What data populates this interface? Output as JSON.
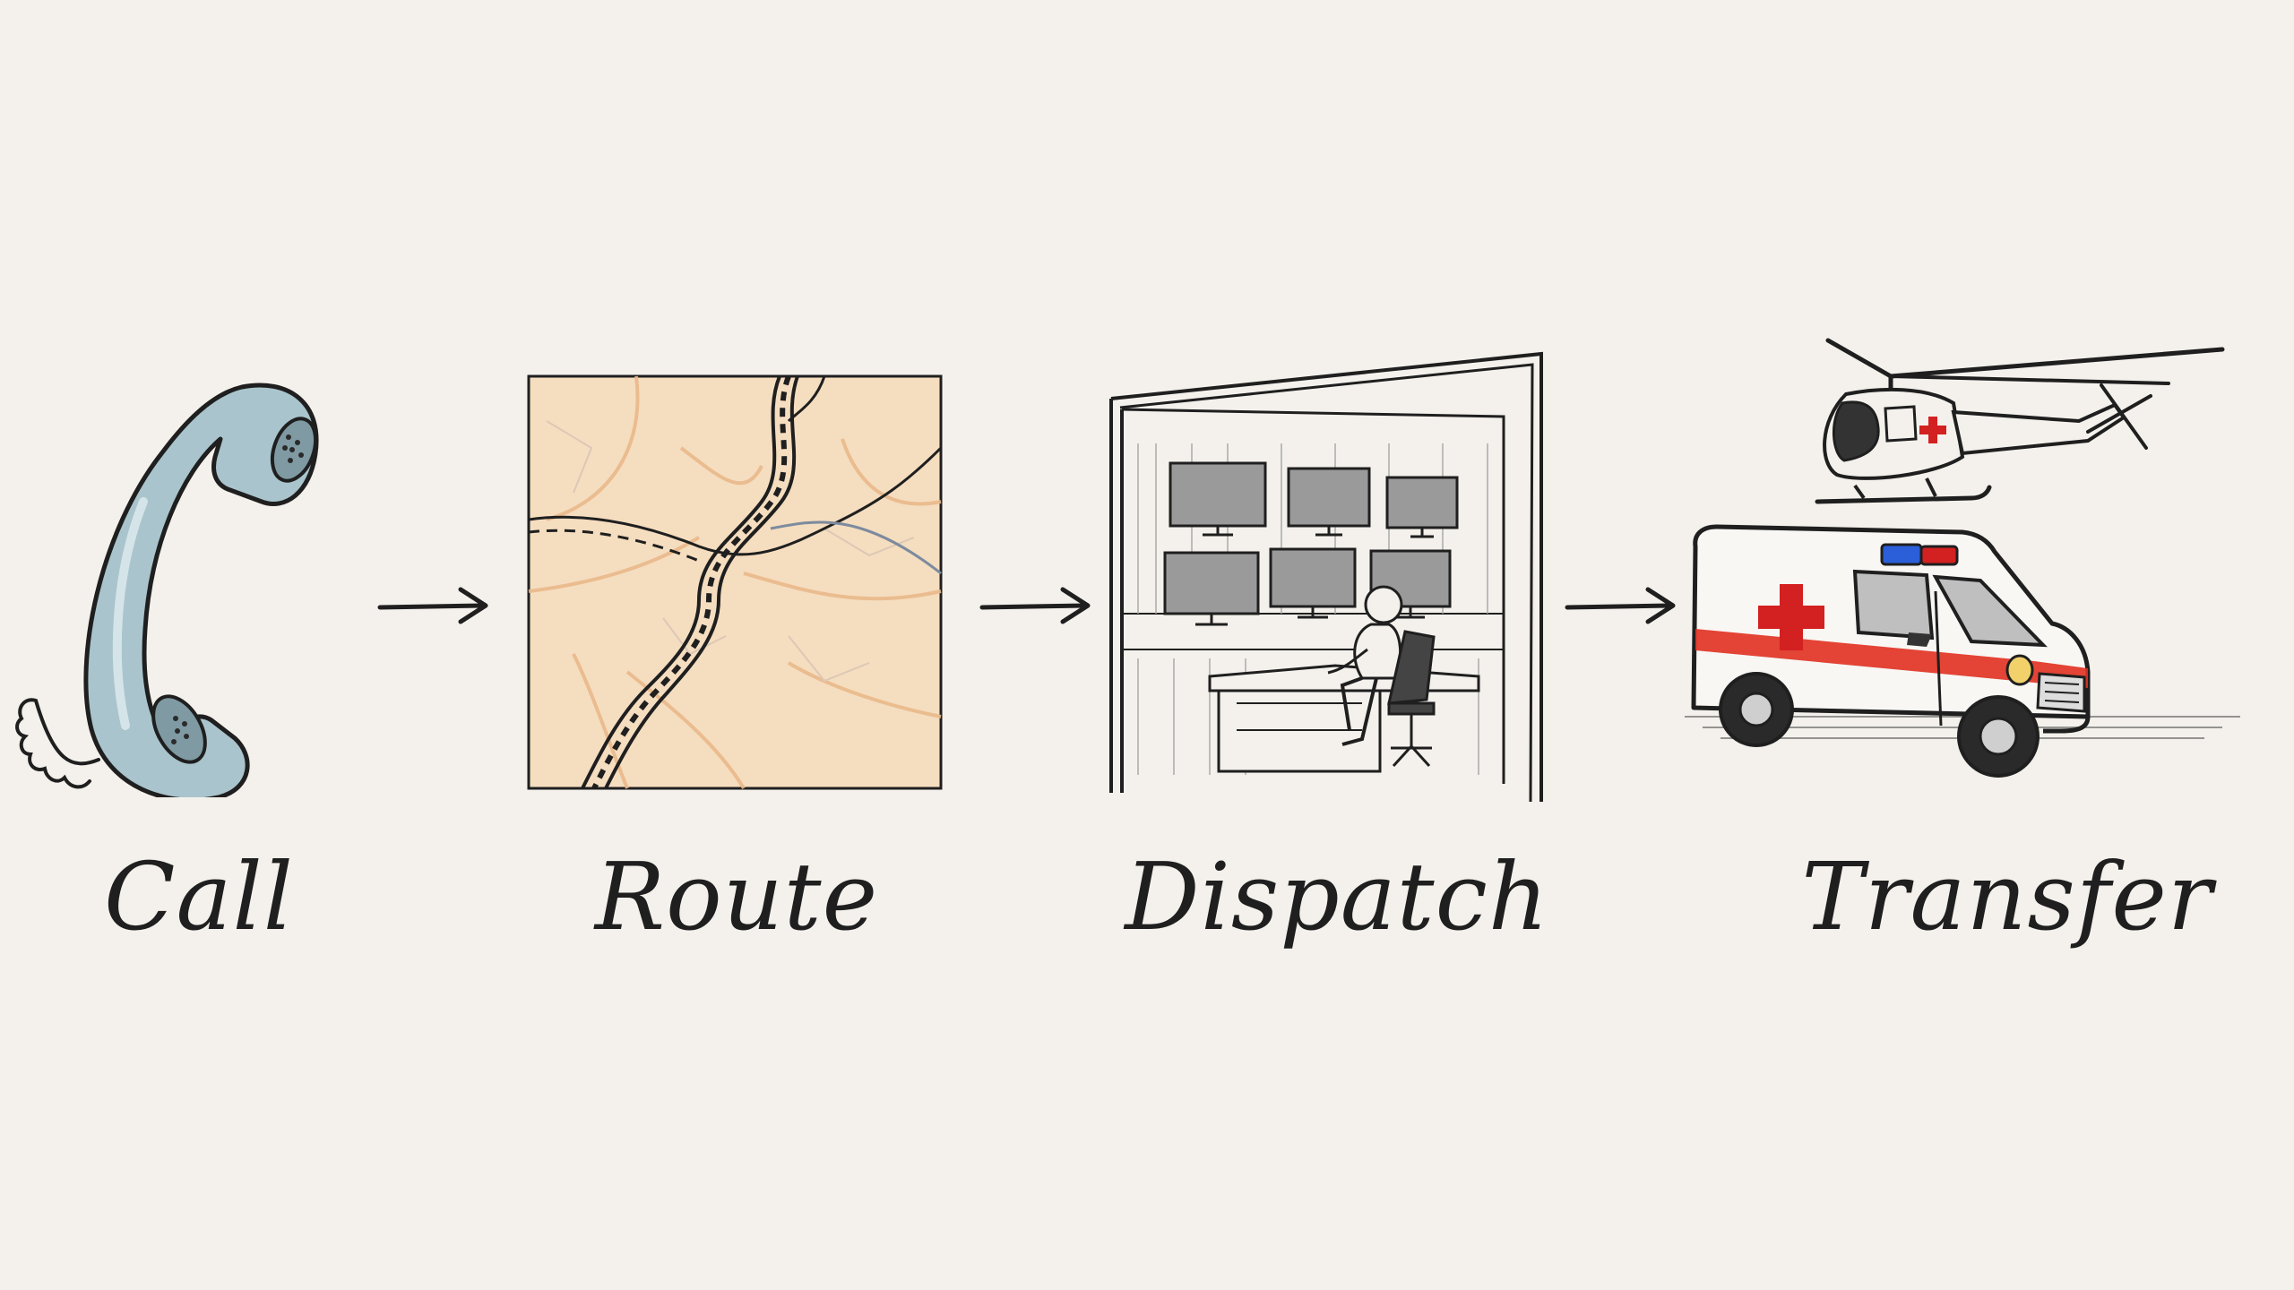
{
  "steps": [
    {
      "label": "Call",
      "icon": "telephone-handset-icon"
    },
    {
      "label": "Route",
      "icon": "route-map-icon"
    },
    {
      "label": "Dispatch",
      "icon": "dispatch-center-icon"
    },
    {
      "label": "Transfer",
      "icon": "ambulance-helicopter-icon"
    }
  ],
  "colors": {
    "background": "#f4f1ec",
    "ink": "#1f1f1f",
    "phone": "#a9c4cc",
    "map": "#f6d6b0",
    "cross_red": "#d32020",
    "siren_blue": "#2b5fd9"
  }
}
